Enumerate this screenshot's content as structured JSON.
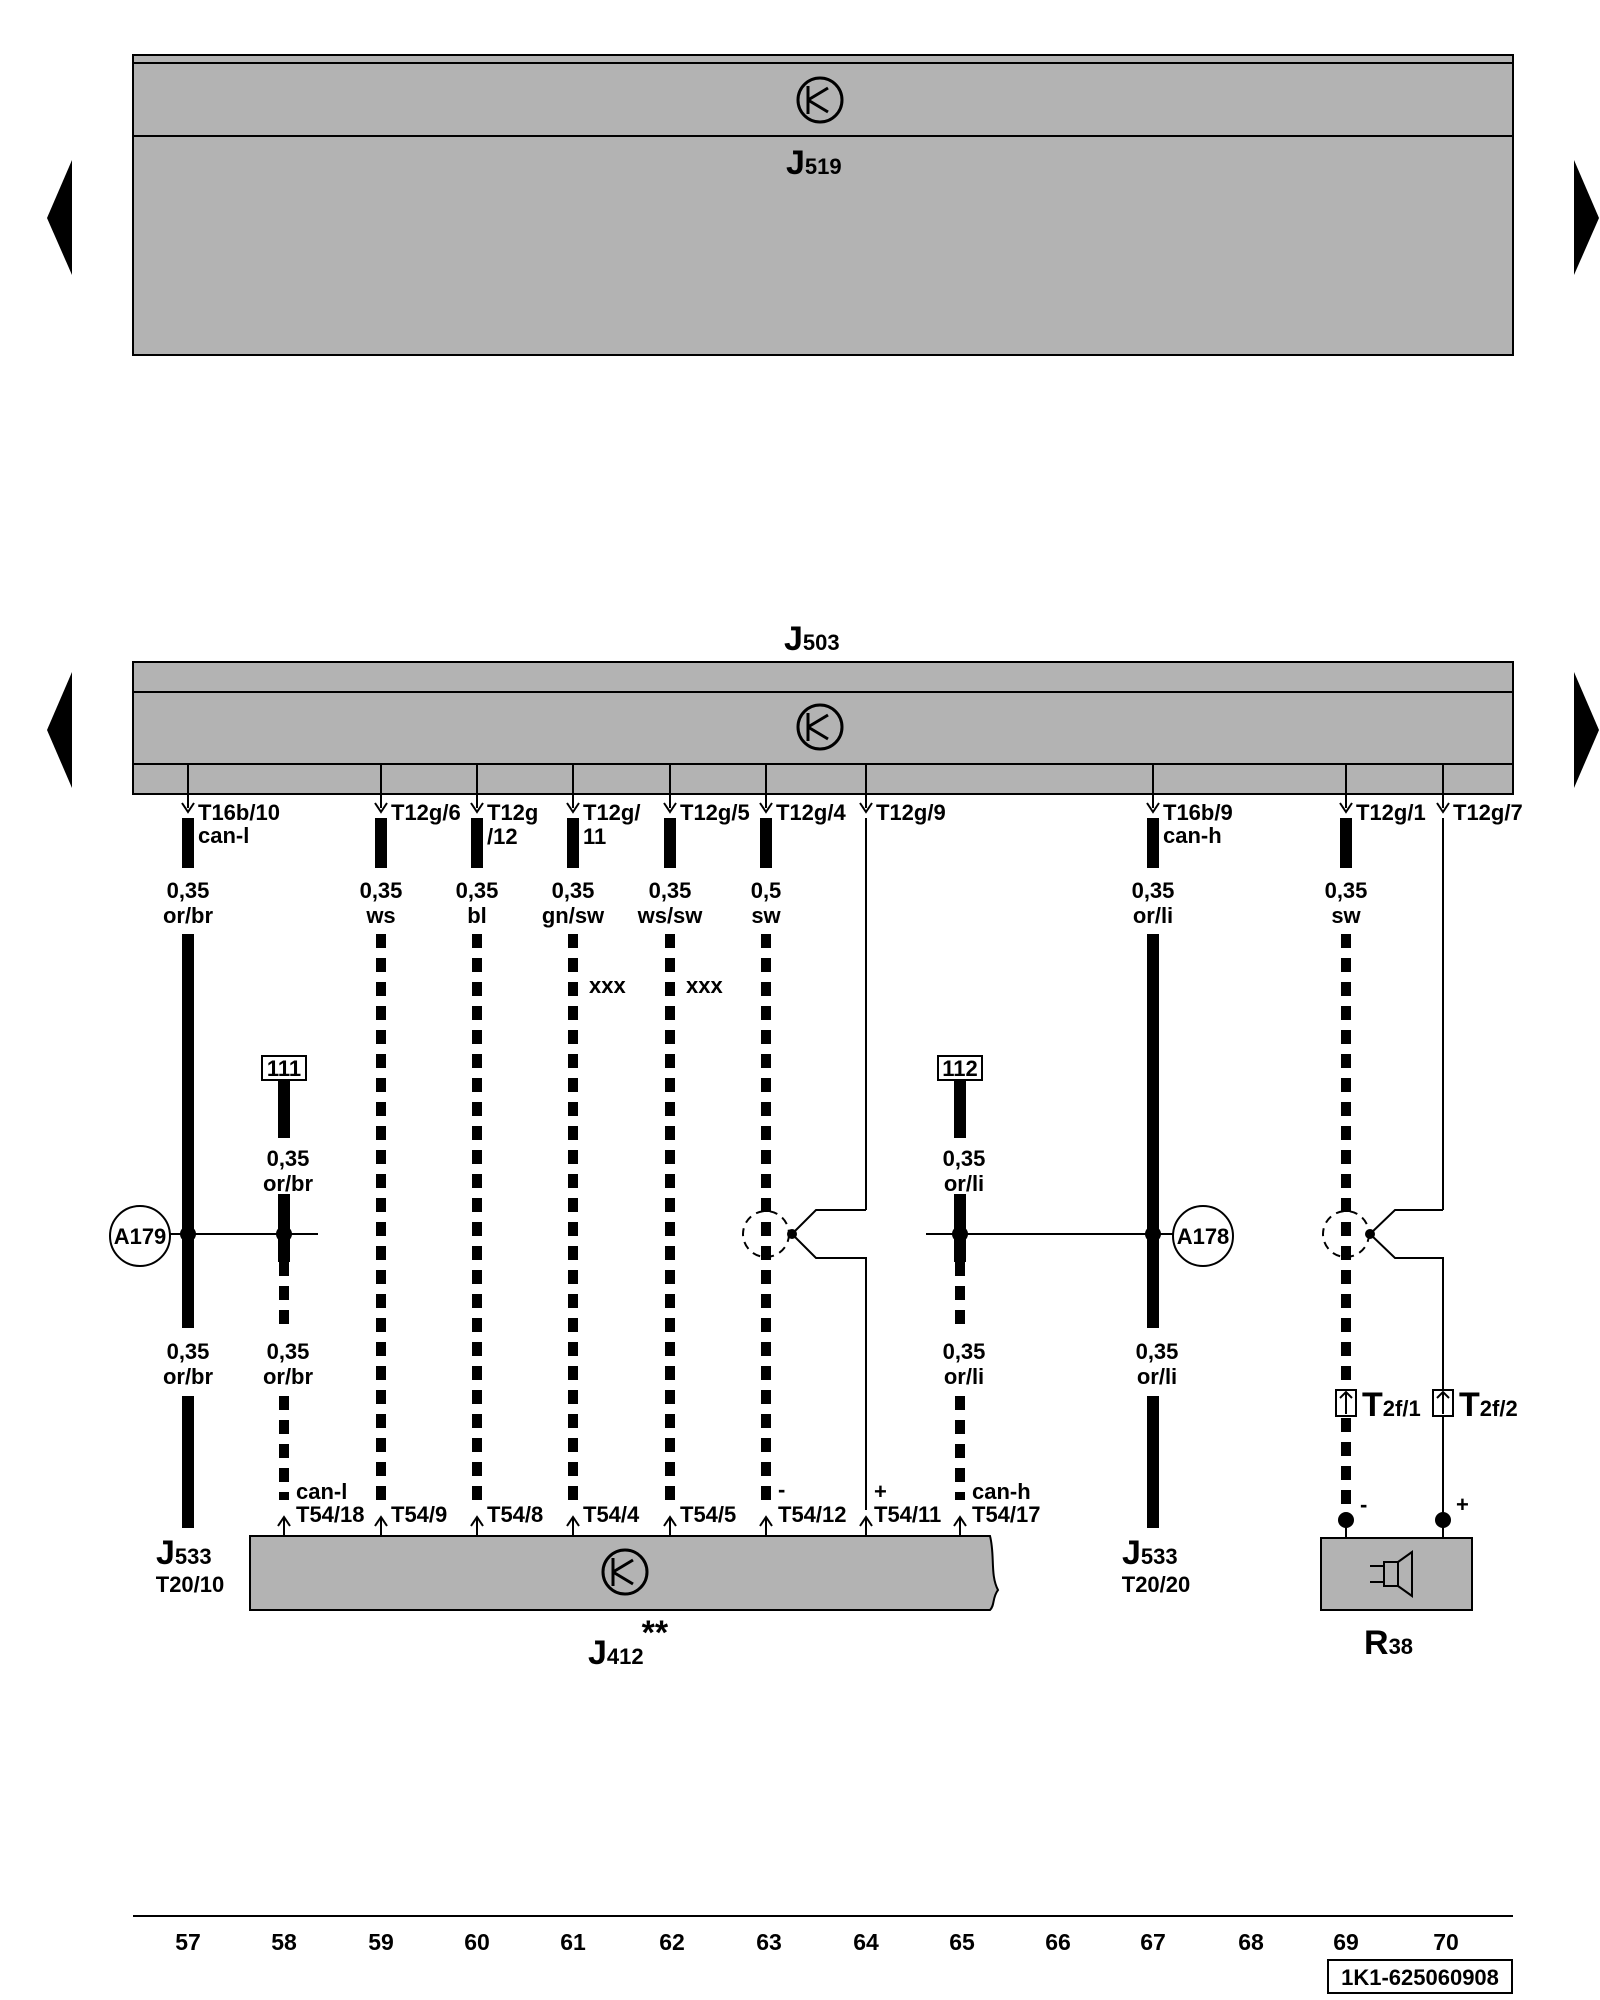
{
  "colors": {
    "panel": "#b3b3b3",
    "line": "#000000",
    "background": "#ffffff"
  },
  "components": {
    "j519": {
      "letter": "J",
      "sub": "519"
    },
    "j503": {
      "letter": "J",
      "sub": "503"
    },
    "j412": {
      "letter": "J",
      "sub": "412",
      "sup": "**"
    },
    "j533_left": {
      "letter": "J",
      "sub": "533",
      "pin": "T20/10"
    },
    "j533_right": {
      "letter": "J",
      "sub": "533",
      "pin": "T20/20"
    },
    "r38": {
      "letter": "R",
      "sub": "38"
    },
    "t2f1": {
      "letter": "T",
      "sub": "2f/1"
    },
    "t2f2": {
      "letter": "T",
      "sub": "2f/2"
    }
  },
  "connectors": {
    "t16b10": "T16b/10",
    "t12g6": "T12g/6",
    "t12g12_a": "T12g",
    "t12g12_b": "/12",
    "t12g11_a": "T12g/",
    "t12g11_b": "11",
    "t12g5": "T12g/5",
    "t12g4": "T12g/4",
    "t12g9": "T12g/9",
    "t16b9": "T16b/9",
    "t12g1": "T12g/1",
    "t12g7": "T12g/7",
    "t54_18": "T54/18",
    "t54_9": "T54/9",
    "t54_8": "T54/8",
    "t54_4": "T54/4",
    "t54_5": "T54/5",
    "t54_12": "T54/12",
    "t54_11": "T54/11",
    "t54_17": "T54/17"
  },
  "signals": {
    "can_l": "can-l",
    "can_h": "can-h",
    "minus": "-",
    "plus": "+"
  },
  "wires": [
    {
      "size": "0,35",
      "color": "or/br"
    },
    {
      "size": "0,35",
      "color": "ws"
    },
    {
      "size": "0,35",
      "color": "bl"
    },
    {
      "size": "0,35",
      "color": "gn/sw"
    },
    {
      "size": "0,35",
      "color": "ws/sw"
    },
    {
      "size": "0,5",
      "color": "sw"
    },
    {
      "size": "0,35",
      "color": "or/li"
    },
    {
      "size": "0,35",
      "color": "sw"
    }
  ],
  "splices": {
    "left": "A179",
    "right": "A178"
  },
  "refs": {
    "left": "111",
    "right": "112"
  },
  "notes": {
    "xxx": "xxx"
  },
  "columns": [
    "57",
    "58",
    "59",
    "60",
    "61",
    "62",
    "63",
    "64",
    "65",
    "66",
    "67",
    "68",
    "69",
    "70"
  ],
  "doc_number": "1K1-625060908"
}
